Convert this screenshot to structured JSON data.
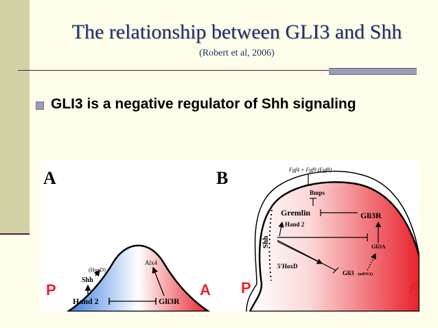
{
  "slide": {
    "title": "The relationship between GLI3 and Shh",
    "subtitle": "(Robert et al, 2006)",
    "bullet": "GLI3 is a negative regulator of Shh signaling"
  },
  "figure": {
    "panel_a": {
      "letter": "A",
      "labels": {
        "hoxd": "(HoxD)",
        "shh": "Shh",
        "alx4": "Alx4",
        "hand2": "Hand 2",
        "gli3r": "Gli3R",
        "p": "P",
        "a": "A"
      }
    },
    "panel_b": {
      "letter": "B",
      "labels": {
        "fgf": "Fgf4 + Fgf9 (Fgf8)",
        "bmps": "Bmps",
        "gremlin": "Gremlin",
        "gli3r": "Gli3R",
        "hand2": "Hand 2",
        "shh": "Shh",
        "gli3a": "Gli3A",
        "hoxd5": "5'HoxD",
        "gli3": "Gli3",
        "mrna": "(mRNA)",
        "p": "P",
        "a": "A"
      }
    },
    "colors": {
      "posterior_blue": "#3d7fe0",
      "anterior_red": "#e8222c",
      "letter_red": "#e8222c"
    }
  }
}
